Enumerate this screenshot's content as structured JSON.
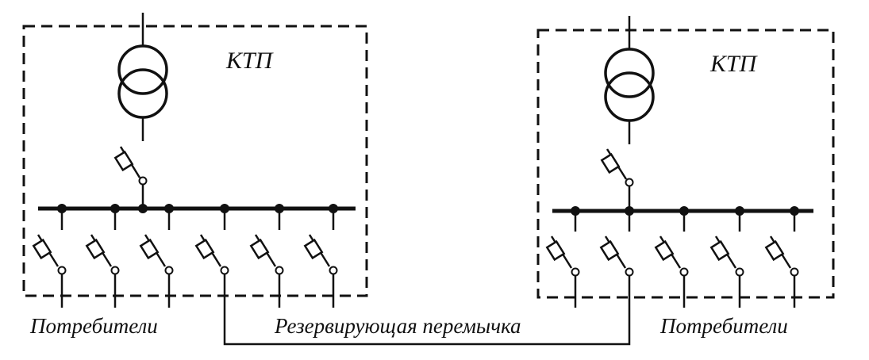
{
  "substations": [
    {
      "label": "КТП",
      "consumers_label": "Потребители",
      "feeders": 6
    },
    {
      "label": "КТП",
      "consumers_label": "Потребители",
      "feeders": 5
    }
  ],
  "link_label": "Резервирующая перемычка"
}
